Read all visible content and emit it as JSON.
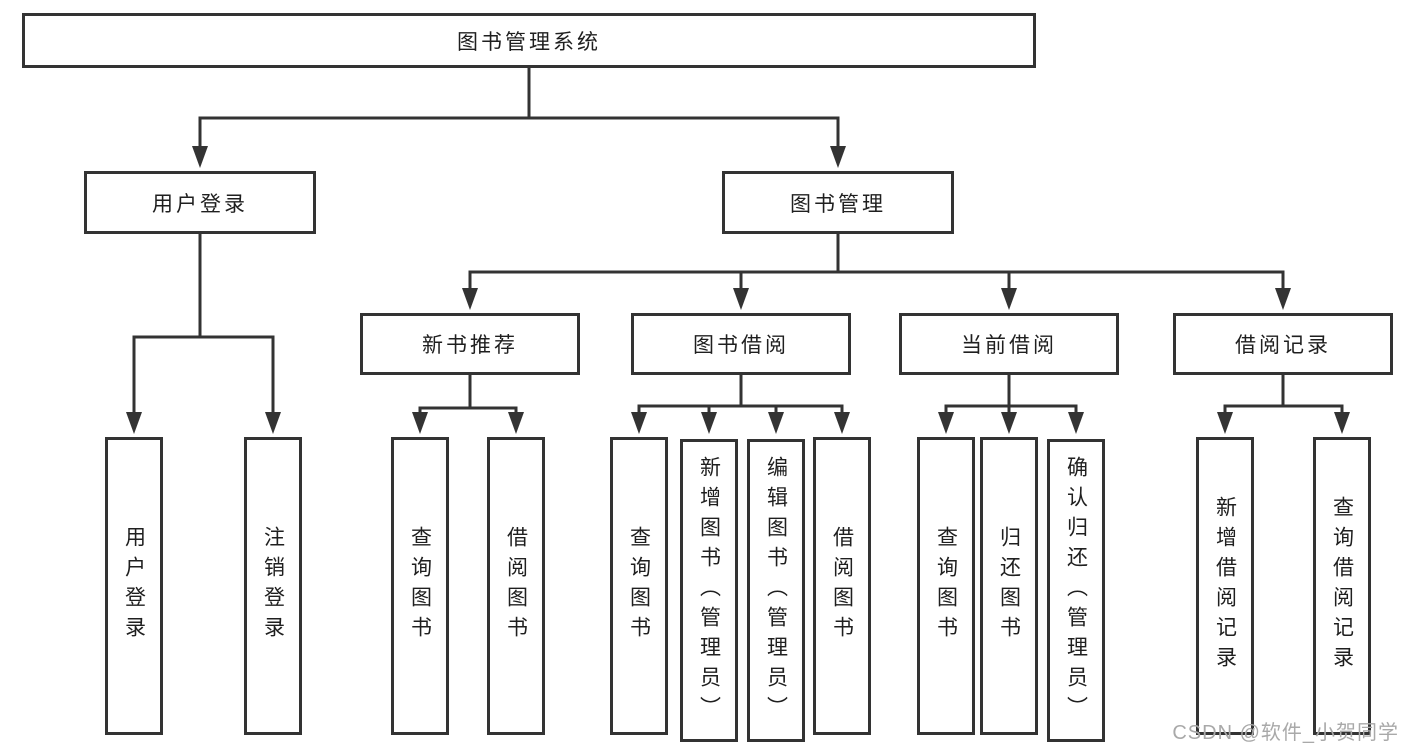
{
  "colors": {
    "line": "#333333",
    "box_border": "#333333",
    "box_bg": "#ffffff",
    "text": "#1f1f1f",
    "watermark": "#a9a9a9"
  },
  "tree": {
    "root": {
      "label": "图书管理系统"
    },
    "branches": [
      {
        "label": "用户登录",
        "children": [
          {
            "label": "用户登录"
          },
          {
            "label": "注销登录"
          }
        ]
      },
      {
        "label": "图书管理",
        "children": [
          {
            "label": "新书推荐",
            "children": [
              {
                "label": "查询图书"
              },
              {
                "label": "借阅图书"
              }
            ]
          },
          {
            "label": "图书借阅",
            "children": [
              {
                "label": "查询图书"
              },
              {
                "label": "新增图书（管理员）"
              },
              {
                "label": "编辑图书（管理员）"
              },
              {
                "label": "借阅图书"
              }
            ]
          },
          {
            "label": "当前借阅",
            "children": [
              {
                "label": "查询图书"
              },
              {
                "label": "归还图书"
              },
              {
                "label": "确认归还（管理员）"
              }
            ]
          },
          {
            "label": "借阅记录",
            "children": [
              {
                "label": "新增借阅记录"
              },
              {
                "label": "查询借阅记录"
              }
            ]
          }
        ]
      }
    ]
  },
  "watermark": {
    "text": "CSDN @软件_小贺同学"
  }
}
